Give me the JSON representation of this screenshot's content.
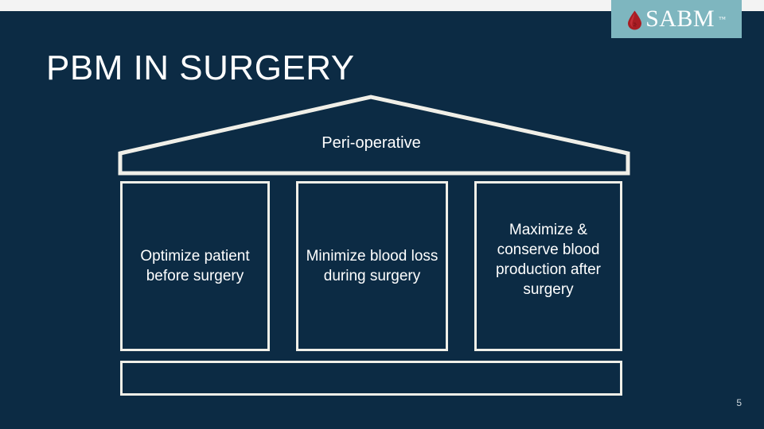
{
  "slide": {
    "title": "PBM IN SURGERY",
    "page_number": "5",
    "background_color": "#0c2b44",
    "accent_color": "#f0efe8",
    "top_band_color": "#f3f3f3"
  },
  "logo": {
    "name": "SABM",
    "wordmark": "SABM",
    "trademark": "™",
    "plaque_color": "#7eb6bf",
    "drop_color": "#a81d23"
  },
  "diagram": {
    "type": "house",
    "roof": {
      "label": "Peri-operative"
    },
    "pillars": [
      {
        "label": "Optimize patient before surgery"
      },
      {
        "label": "Minimize blood loss during surgery"
      },
      {
        "label": "Maximize & conserve blood production after surgery"
      }
    ],
    "foundation": {
      "label": ""
    }
  }
}
